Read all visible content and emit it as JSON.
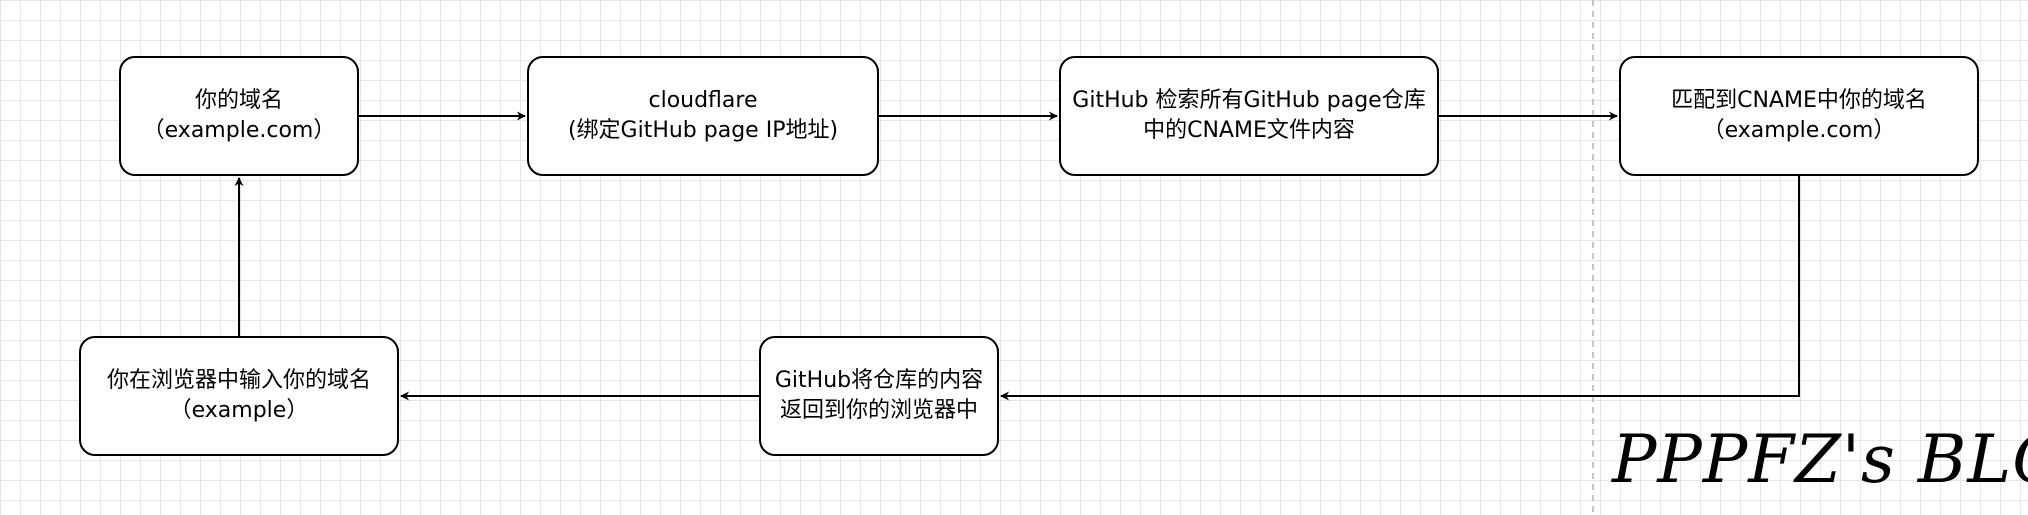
{
  "diagram": {
    "nodes": {
      "domain": {
        "line1": "你的域名",
        "line2": "（example.com）"
      },
      "cloudflare": {
        "line1": "cloudflare",
        "line2": "(绑定GitHub page IP地址)"
      },
      "github_search": {
        "line1": "GitHub 检索所有GitHub page仓库",
        "line2": "中的CNAME文件内容"
      },
      "match_cname": {
        "line1": "匹配到CNAME中你的域名",
        "line2": "（example.com）"
      },
      "github_return": {
        "line1": "GitHub将仓库的内容",
        "line2": "返回到你的浏览器中"
      },
      "browser_input": {
        "line1": "你在浏览器中输入你的域名",
        "line2": "（example）"
      }
    },
    "edges": [
      {
        "from": "domain",
        "to": "cloudflare"
      },
      {
        "from": "cloudflare",
        "to": "github_search"
      },
      {
        "from": "github_search",
        "to": "match_cname"
      },
      {
        "from": "match_cname",
        "to": "github_return"
      },
      {
        "from": "github_return",
        "to": "browser_input"
      },
      {
        "from": "browser_input",
        "to": "domain"
      }
    ],
    "line_color": "#000000",
    "grid_color": "#e6e6e6"
  },
  "watermark": {
    "text": "PPPFZ's BLOG"
  }
}
